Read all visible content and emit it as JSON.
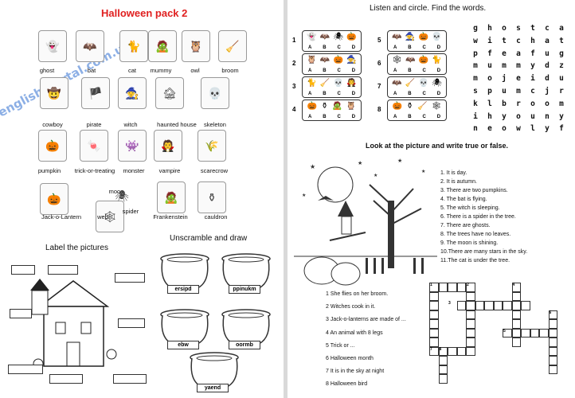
{
  "left_page": {
    "title": "Halloween pack 2",
    "watermark": "english-portal.com.ua",
    "vocab": [
      {
        "label": "ghost",
        "icon": "ghost-icon",
        "glyph": "👻"
      },
      {
        "label": "bat",
        "icon": "bat-icon",
        "glyph": "🦇"
      },
      {
        "label": "cat",
        "icon": "cat-icon",
        "glyph": "🐈"
      },
      {
        "label": "mummy",
        "icon": "mummy-icon",
        "glyph": "🧟"
      },
      {
        "label": "owl",
        "icon": "owl-icon",
        "glyph": "🦉"
      },
      {
        "label": "broom",
        "icon": "broom-icon",
        "glyph": "🧹"
      },
      {
        "label": "cowboy",
        "icon": "cowboy-icon",
        "glyph": "🤠"
      },
      {
        "label": "pirate",
        "icon": "pirate-icon",
        "glyph": "🏴"
      },
      {
        "label": "witch",
        "icon": "witch-icon",
        "glyph": "🧙"
      },
      {
        "label": "haunted house",
        "icon": "haunted-house-icon",
        "glyph": "🏚"
      },
      {
        "label": "skeleton",
        "icon": "skeleton-icon",
        "glyph": "💀"
      },
      {
        "label": "pumpkin",
        "icon": "pumpkin-icon",
        "glyph": "🎃"
      },
      {
        "label": "trick-or-treating",
        "icon": "trick-or-treat-icon",
        "glyph": "🍬"
      },
      {
        "label": "monster",
        "icon": "monster-icon",
        "glyph": "👾"
      },
      {
        "label": "vampire",
        "icon": "vampire-icon",
        "glyph": "🧛"
      },
      {
        "label": "scarecrow",
        "icon": "scarecrow-icon",
        "glyph": "🌾"
      },
      {
        "label": "Jack-o-Lantern",
        "icon": "jack-o-lantern-icon",
        "glyph": "🎃"
      },
      {
        "label": "moon",
        "icon": "moon-icon",
        "glyph": "🌙"
      },
      {
        "label": "web",
        "icon": "web-icon",
        "glyph": "🕸"
      },
      {
        "label": "spider",
        "icon": "spider-icon",
        "glyph": "🕷"
      },
      {
        "label": "Frankenstein",
        "icon": "frankenstein-icon",
        "glyph": "🧟"
      },
      {
        "label": "cauldron",
        "icon": "cauldron-icon",
        "glyph": "⚱"
      }
    ],
    "label_heading": "Label the pictures",
    "unscramble_heading": "Unscramble and draw",
    "scrambled": [
      "ersipd",
      "ppinukm",
      "ebw",
      "oormb",
      "yaend"
    ]
  },
  "right_page": {
    "listen_heading": "Listen and circle. Find the words.",
    "rows": [
      "1",
      "2",
      "3",
      "4",
      "5",
      "6",
      "7",
      "8"
    ],
    "options": [
      "A",
      "B",
      "C",
      "D"
    ],
    "wordsearch": [
      [
        "g",
        "h",
        "o",
        "s",
        "t",
        "c",
        "a"
      ],
      [
        "w",
        "i",
        "t",
        "c",
        "h",
        "a",
        "t"
      ],
      [
        "p",
        "f",
        "e",
        "a",
        "f",
        "u",
        "g"
      ],
      [
        "m",
        "u",
        "m",
        "m",
        "y",
        "d",
        "z"
      ],
      [
        "m",
        "o",
        "j",
        "e",
        "i",
        "d",
        "u"
      ],
      [
        "s",
        "p",
        "u",
        "m",
        "c",
        "j",
        "r",
        "m"
      ],
      [
        "k",
        "l",
        "b",
        "r",
        "o",
        "o",
        "m"
      ],
      [
        "i",
        "h",
        "y",
        "o",
        "u",
        "n",
        "y"
      ],
      [
        "n",
        "e",
        "o",
        "w",
        "l",
        "y",
        "f"
      ]
    ],
    "tf_heading": "Look at the picture and write true or false.",
    "statements": [
      "1.  It is day.",
      "2.  It is autumn.",
      "3.  There are two pumpkins.",
      "4.  The bat is flying.",
      "5.  The witch is sleeping.",
      "6.  There is a spider in the tree.",
      "7.  There are ghosts.",
      "8.  The trees have no leaves.",
      "9.  The moon is shining.",
      "10.There are many stars in the sky.",
      "11.The cat is under the tree."
    ],
    "clues": [
      "1 She flies on her broom.",
      "2 Witches cook in it.",
      "3 Jack-o-lanterns are made of ...",
      "4 An animal with 8 legs",
      "5 Trick or ...",
      "6 Halloween month",
      "7 It is in the sky at night",
      "8 Halloween bird"
    ],
    "crossword_numbers": [
      "1",
      "2",
      "3",
      "4",
      "5",
      "6",
      "7",
      "8"
    ]
  }
}
